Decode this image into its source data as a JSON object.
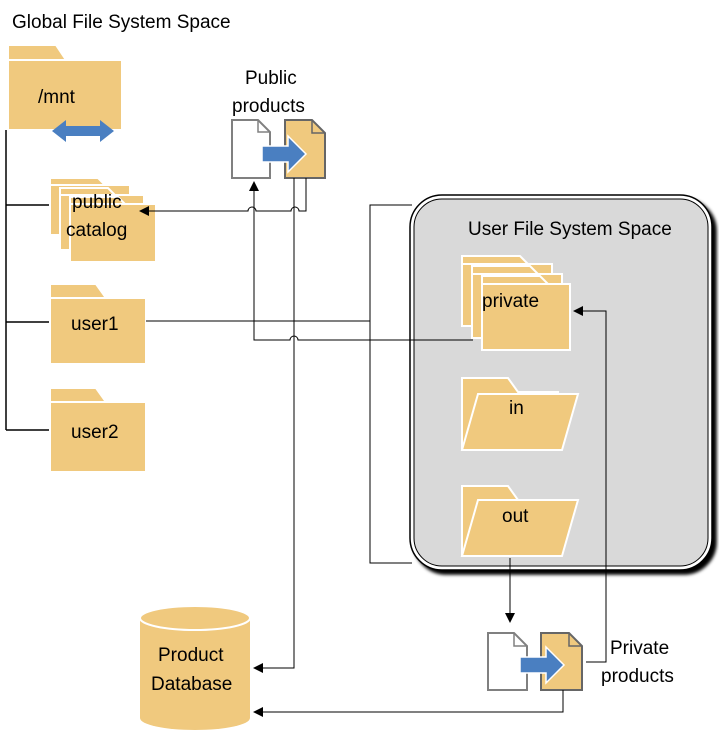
{
  "global_space": {
    "title": "Global File System Space"
  },
  "user_space": {
    "title": "User File System Space"
  },
  "folders": {
    "mnt": "/mnt",
    "public_catalog_line1": "public",
    "public_catalog_line2": "catalog",
    "user1": "user1",
    "user2": "user2",
    "private": "private",
    "in": "in",
    "out": "out"
  },
  "public_products": {
    "line1": "Public",
    "line2": "products"
  },
  "private_products": {
    "line1": "Private",
    "line2": "products"
  },
  "database": {
    "line1": "Product",
    "line2": "Database"
  },
  "colors": {
    "folder_fill": "#f0c97e",
    "folder_stroke": "#ffffff",
    "arrow_blue": "#4a7fc1",
    "panel_fill": "#d9d9d9",
    "panel_stroke": "#000000"
  }
}
